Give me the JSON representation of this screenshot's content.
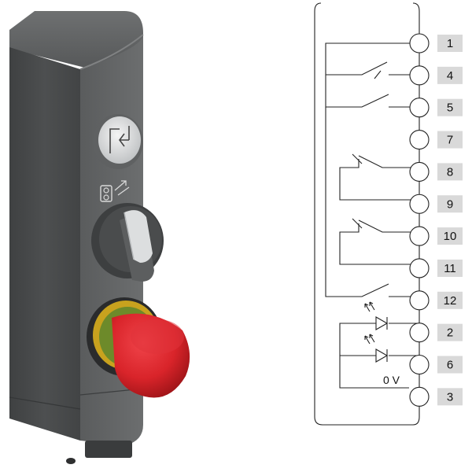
{
  "terminals": [
    "1",
    "4",
    "5",
    "7",
    "8",
    "9",
    "10",
    "11",
    "12",
    "2",
    "6",
    "3"
  ],
  "ground_label": "0 V",
  "icons": {
    "device": "safety-switch-device-icon",
    "pushbutton": "unlock-pushbutton-icon",
    "selector_symbol": "key-selector-symbol-icon",
    "selector": "rotary-selector-switch-icon",
    "estop": "emergency-stop-button-icon",
    "led": "led-diode-icon"
  },
  "colors": {
    "housing": "#4b4d4e",
    "estop_red": "#d9242a",
    "estop_ring": "#c8a21e",
    "terminal_label_bg": "#d9d9d9"
  }
}
